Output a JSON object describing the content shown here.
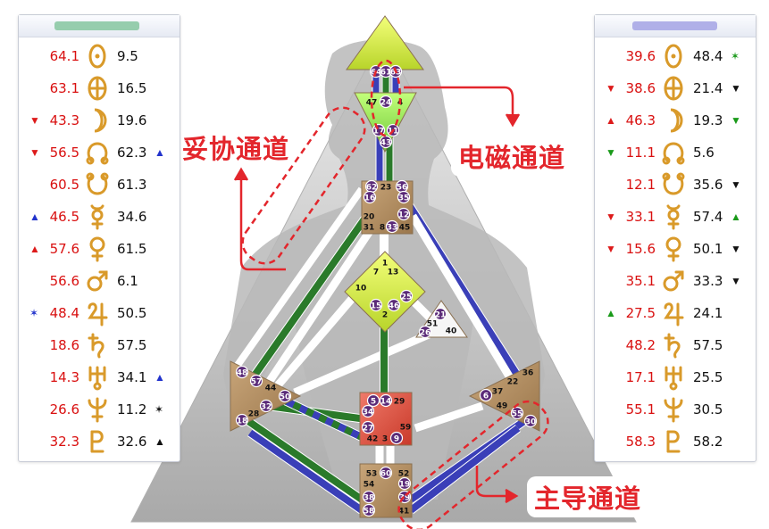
{
  "colors": {
    "red": "#d91010",
    "up_red": "#dd1a1a",
    "up_green": "#1a9a1a",
    "down_green": "#1a9a1a",
    "blue": "#2233cc",
    "gold": "#d99a2a",
    "channel_blue": "#3a3fb8",
    "channel_green": "#2a7a2a",
    "callout": "#e3262c"
  },
  "left_panel": {
    "rows": [
      {
        "marker": "",
        "marker_color": "",
        "value_a": "64.1",
        "planet": "sun-icon",
        "value_b": "9.5",
        "marker_b": "",
        "marker_b_color": ""
      },
      {
        "marker": "",
        "marker_color": "",
        "value_a": "63.1",
        "planet": "earth-icon",
        "value_b": "16.5",
        "marker_b": "",
        "marker_b_color": ""
      },
      {
        "marker": "▼",
        "marker_color": "#dd1a1a",
        "value_a": "43.3",
        "planet": "moon-icon",
        "value_b": "19.6",
        "marker_b": "",
        "marker_b_color": ""
      },
      {
        "marker": "▼",
        "marker_color": "#dd1a1a",
        "value_a": "56.5",
        "planet": "north-node-icon",
        "value_b": "62.3",
        "marker_b": "▲",
        "marker_b_color": "#2233cc"
      },
      {
        "marker": "",
        "marker_color": "",
        "value_a": "60.5",
        "planet": "south-node-icon",
        "value_b": "61.3",
        "marker_b": "",
        "marker_b_color": ""
      },
      {
        "marker": "▲",
        "marker_color": "#2233cc",
        "value_a": "46.5",
        "planet": "mercury-icon",
        "value_b": "34.6",
        "marker_b": "",
        "marker_b_color": ""
      },
      {
        "marker": "▲",
        "marker_color": "#dd1a1a",
        "value_a": "57.6",
        "planet": "venus-icon",
        "value_b": "61.5",
        "marker_b": "",
        "marker_b_color": ""
      },
      {
        "marker": "",
        "marker_color": "",
        "value_a": "56.6",
        "planet": "mars-icon",
        "value_b": "6.1",
        "marker_b": "",
        "marker_b_color": ""
      },
      {
        "marker": "✶",
        "marker_color": "#2233cc",
        "value_a": "48.4",
        "planet": "jupiter-icon",
        "value_b": "50.5",
        "marker_b": "",
        "marker_b_color": ""
      },
      {
        "marker": "",
        "marker_color": "",
        "value_a": "18.6",
        "planet": "saturn-icon",
        "value_b": "57.5",
        "marker_b": "",
        "marker_b_color": ""
      },
      {
        "marker": "",
        "marker_color": "",
        "value_a": "14.3",
        "planet": "uranus-icon",
        "value_b": "34.1",
        "marker_b": "▲",
        "marker_b_color": "#2233cc"
      },
      {
        "marker": "",
        "marker_color": "",
        "value_a": "26.6",
        "planet": "neptune-icon",
        "value_b": "11.2",
        "marker_b": "✶",
        "marker_b_color": "#111111"
      },
      {
        "marker": "",
        "marker_color": "",
        "value_a": "32.3",
        "planet": "pluto-icon",
        "value_b": "32.6",
        "marker_b": "▲",
        "marker_b_color": "#111111"
      }
    ]
  },
  "right_panel": {
    "rows": [
      {
        "marker": "",
        "marker_color": "",
        "value_a": "39.6",
        "planet": "sun-icon",
        "value_b": "48.4",
        "marker_b": "✶",
        "marker_b_color": "#1a9a1a"
      },
      {
        "marker": "▼",
        "marker_color": "#dd1a1a",
        "value_a": "38.6",
        "planet": "earth-icon",
        "value_b": "21.4",
        "marker_b": "▼",
        "marker_b_color": "#111111"
      },
      {
        "marker": "▲",
        "marker_color": "#dd1a1a",
        "value_a": "46.3",
        "planet": "moon-icon",
        "value_b": "19.3",
        "marker_b": "▼",
        "marker_b_color": "#1a9a1a"
      },
      {
        "marker": "▼",
        "marker_color": "#1a9a1a",
        "value_a": "11.1",
        "planet": "north-node-icon",
        "value_b": "5.6",
        "marker_b": "",
        "marker_b_color": ""
      },
      {
        "marker": "",
        "marker_color": "",
        "value_a": "12.1",
        "planet": "south-node-icon",
        "value_b": "35.6",
        "marker_b": "▼",
        "marker_b_color": "#111111"
      },
      {
        "marker": "▼",
        "marker_color": "#dd1a1a",
        "value_a": "33.1",
        "planet": "mercury-icon",
        "value_b": "57.4",
        "marker_b": "▲",
        "marker_b_color": "#1a9a1a"
      },
      {
        "marker": "▼",
        "marker_color": "#dd1a1a",
        "value_a": "15.6",
        "planet": "venus-icon",
        "value_b": "50.1",
        "marker_b": "▼",
        "marker_b_color": "#111111"
      },
      {
        "marker": "",
        "marker_color": "",
        "value_a": "35.1",
        "planet": "mars-icon",
        "value_b": "33.3",
        "marker_b": "▼",
        "marker_b_color": "#111111"
      },
      {
        "marker": "▲",
        "marker_color": "#1a9a1a",
        "value_a": "27.5",
        "planet": "jupiter-icon",
        "value_b": "24.1",
        "marker_b": "",
        "marker_b_color": ""
      },
      {
        "marker": "",
        "marker_color": "",
        "value_a": "48.2",
        "planet": "saturn-icon",
        "value_b": "57.5",
        "marker_b": "",
        "marker_b_color": ""
      },
      {
        "marker": "",
        "marker_color": "",
        "value_a": "17.1",
        "planet": "uranus-icon",
        "value_b": "25.5",
        "marker_b": "",
        "marker_b_color": ""
      },
      {
        "marker": "",
        "marker_color": "",
        "value_a": "55.1",
        "planet": "neptune-icon",
        "value_b": "30.5",
        "marker_b": "",
        "marker_b_color": ""
      },
      {
        "marker": "",
        "marker_color": "",
        "value_a": "58.3",
        "planet": "pluto-icon",
        "value_b": "58.2",
        "marker_b": "",
        "marker_b_color": ""
      }
    ]
  },
  "callouts": {
    "tuoxie": "妥协通道",
    "dianci": "电磁通道",
    "zhudao": "主导通道"
  },
  "centers": {
    "head": [
      {
        "n": "64",
        "active": true
      },
      {
        "n": "61",
        "active": true
      },
      {
        "n": "63",
        "active": true
      }
    ],
    "ajna": [
      {
        "n": "47",
        "active": false
      },
      {
        "n": "24",
        "active": true
      },
      {
        "n": "4",
        "active": false
      },
      {
        "n": "17",
        "active": true
      },
      {
        "n": "11",
        "active": true
      },
      {
        "n": "43",
        "active": true
      }
    ],
    "throat": [
      {
        "n": "62",
        "active": true
      },
      {
        "n": "23",
        "active": false
      },
      {
        "n": "56",
        "active": true
      },
      {
        "n": "16",
        "active": true
      },
      {
        "n": "35",
        "active": true
      },
      {
        "n": "20",
        "active": false
      },
      {
        "n": "12",
        "active": true
      },
      {
        "n": "31",
        "active": false
      },
      {
        "n": "8",
        "active": false
      },
      {
        "n": "33",
        "active": true
      },
      {
        "n": "45",
        "active": false
      }
    ],
    "g": [
      {
        "n": "1",
        "active": false
      },
      {
        "n": "7",
        "active": false
      },
      {
        "n": "13",
        "active": false
      },
      {
        "n": "10",
        "active": false
      },
      {
        "n": "25",
        "active": true
      },
      {
        "n": "15",
        "active": true
      },
      {
        "n": "46",
        "active": true
      },
      {
        "n": "2",
        "active": false
      }
    ],
    "heart": [
      {
        "n": "21",
        "active": true
      },
      {
        "n": "51",
        "active": false
      },
      {
        "n": "26",
        "active": true
      },
      {
        "n": "40",
        "active": false
      }
    ],
    "spleen": [
      {
        "n": "48",
        "active": true
      },
      {
        "n": "57",
        "active": true
      },
      {
        "n": "44",
        "active": false
      },
      {
        "n": "50",
        "active": true
      },
      {
        "n": "32",
        "active": true
      },
      {
        "n": "28",
        "active": false
      },
      {
        "n": "18",
        "active": true
      }
    ],
    "sacral": [
      {
        "n": "5",
        "active": true
      },
      {
        "n": "14",
        "active": true
      },
      {
        "n": "29",
        "active": false
      },
      {
        "n": "34",
        "active": true
      },
      {
        "n": "27",
        "active": true
      },
      {
        "n": "59",
        "active": false
      },
      {
        "n": "42",
        "active": false
      },
      {
        "n": "3",
        "active": false
      },
      {
        "n": "9",
        "active": true
      }
    ],
    "solar": [
      {
        "n": "36",
        "active": false
      },
      {
        "n": "22",
        "active": false
      },
      {
        "n": "6",
        "active": true
      },
      {
        "n": "37",
        "active": false
      },
      {
        "n": "49",
        "active": false
      },
      {
        "n": "55",
        "active": true
      },
      {
        "n": "30",
        "active": true
      }
    ],
    "root": [
      {
        "n": "53",
        "active": false
      },
      {
        "n": "60",
        "active": true
      },
      {
        "n": "52",
        "active": false
      },
      {
        "n": "54",
        "active": false
      },
      {
        "n": "19",
        "active": true
      },
      {
        "n": "38",
        "active": true
      },
      {
        "n": "39",
        "active": true
      },
      {
        "n": "58",
        "active": true
      },
      {
        "n": "41",
        "active": false
      }
    ]
  }
}
